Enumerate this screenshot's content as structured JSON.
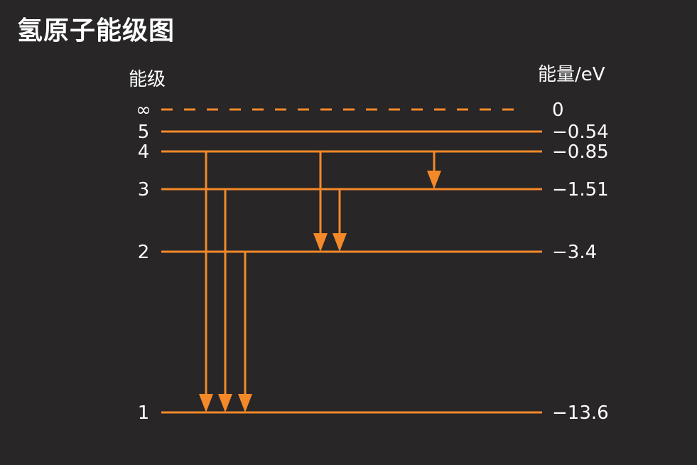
{
  "title": "氢原子能级图",
  "left_header": "能级",
  "right_header": "能量/eV",
  "colors": {
    "background": "#282627",
    "line": "#f4892a",
    "text": "#ffffff"
  },
  "levels": [
    {
      "n_label": "∞",
      "energy_label": "0",
      "energy": 0,
      "style": "dashed"
    },
    {
      "n_label": "5",
      "energy_label": "−0.54",
      "energy": -0.54,
      "style": "solid"
    },
    {
      "n_label": "4",
      "energy_label": "−0.85",
      "energy": -0.85,
      "style": "solid"
    },
    {
      "n_label": "3",
      "energy_label": "−1.51",
      "energy": -1.51,
      "style": "solid"
    },
    {
      "n_label": "2",
      "energy_label": "−3.4",
      "energy": -3.4,
      "style": "solid"
    },
    {
      "n_label": "1",
      "energy_label": "−13.6",
      "energy": -13.6,
      "style": "solid"
    }
  ],
  "transitions": [
    {
      "from": "4",
      "to": "1"
    },
    {
      "from": "3",
      "to": "1"
    },
    {
      "from": "2",
      "to": "1"
    },
    {
      "from": "4",
      "to": "2"
    },
    {
      "from": "3",
      "to": "2"
    },
    {
      "from": "4",
      "to": "3"
    }
  ]
}
